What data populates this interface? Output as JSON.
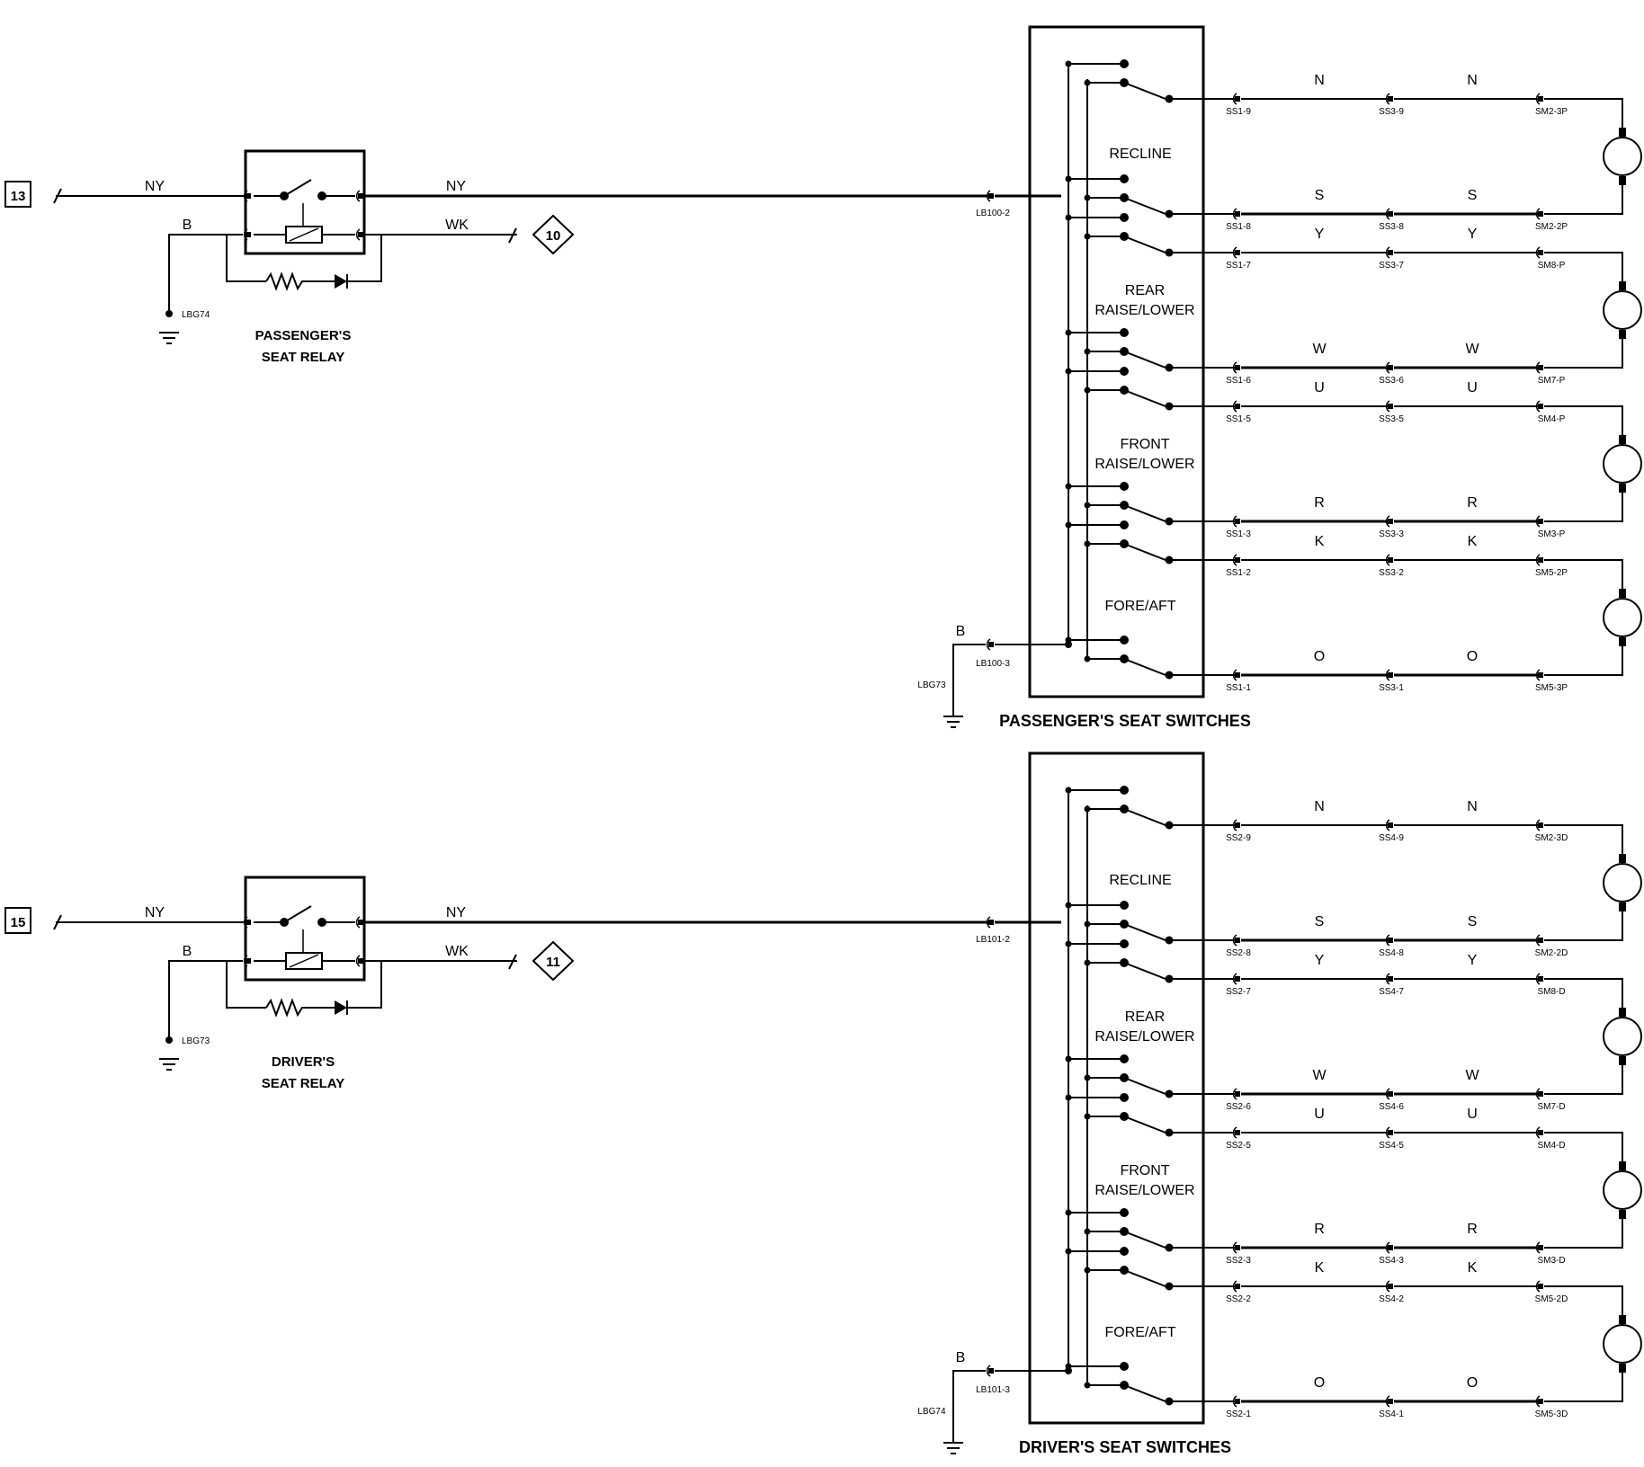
{
  "blocks": [
    {
      "ref": "13",
      "offpage": "10",
      "relay": {
        "title_l1": "PASSENGER'S",
        "title_l2": "SEAT RELAY",
        "in_wire": "NY",
        "out_wire": "NY",
        "ground_wire": "B",
        "ground_label": "LBG74",
        "wk_wire": "WK"
      },
      "feed_connector": "LB100-2",
      "ground": {
        "wire": "B",
        "connector": "LB100-3",
        "label": "LBG73"
      },
      "switches_title": "PASSENGER'S SEAT SWITCHES",
      "functions": [
        {
          "l1": "RECLINE",
          "l2": ""
        },
        {
          "l1": "REAR",
          "l2": "RAISE/LOWER"
        },
        {
          "l1": "FRONT",
          "l2": "RAISE/LOWER"
        },
        {
          "l1": "FORE/AFT",
          "l2": ""
        }
      ],
      "rows": [
        {
          "wire": "N",
          "c1": "SS1-9",
          "c2": "SS3-9",
          "c3": "SM2-3P"
        },
        {
          "wire": "S",
          "c1": "SS1-8",
          "c2": "SS3-8",
          "c3": "SM2-2P"
        },
        {
          "wire": "Y",
          "c1": "SS1-7",
          "c2": "SS3-7",
          "c3": "SM8-P"
        },
        {
          "wire": "W",
          "c1": "SS1-6",
          "c2": "SS3-6",
          "c3": "SM7-P"
        },
        {
          "wire": "U",
          "c1": "SS1-5",
          "c2": "SS3-5",
          "c3": "SM4-P"
        },
        {
          "wire": "R",
          "c1": "SS1-3",
          "c2": "SS3-3",
          "c3": "SM3-P"
        },
        {
          "wire": "K",
          "c1": "SS1-2",
          "c2": "SS3-2",
          "c3": "SM5-2P"
        },
        {
          "wire": "O",
          "c1": "SS1-1",
          "c2": "SS3-1",
          "c3": "SM5-3P"
        }
      ]
    },
    {
      "ref": "15",
      "offpage": "11",
      "relay": {
        "title_l1": "DRIVER'S",
        "title_l2": "SEAT RELAY",
        "in_wire": "NY",
        "out_wire": "NY",
        "ground_wire": "B",
        "ground_label": "LBG73",
        "wk_wire": "WK"
      },
      "feed_connector": "LB101-2",
      "ground": {
        "wire": "B",
        "connector": "LB101-3",
        "label": "LBG74"
      },
      "switches_title": "DRIVER'S SEAT SWITCHES",
      "functions": [
        {
          "l1": "RECLINE",
          "l2": ""
        },
        {
          "l1": "REAR",
          "l2": "RAISE/LOWER"
        },
        {
          "l1": "FRONT",
          "l2": "RAISE/LOWER"
        },
        {
          "l1": "FORE/AFT",
          "l2": ""
        }
      ],
      "rows": [
        {
          "wire": "N",
          "c1": "SS2-9",
          "c2": "SS4-9",
          "c3": "SM2-3D"
        },
        {
          "wire": "S",
          "c1": "SS2-8",
          "c2": "SS4-8",
          "c3": "SM2-2D"
        },
        {
          "wire": "Y",
          "c1": "SS2-7",
          "c2": "SS4-7",
          "c3": "SM8-D"
        },
        {
          "wire": "W",
          "c1": "SS2-6",
          "c2": "SS4-6",
          "c3": "SM7-D"
        },
        {
          "wire": "U",
          "c1": "SS2-5",
          "c2": "SS4-5",
          "c3": "SM4-D"
        },
        {
          "wire": "R",
          "c1": "SS2-3",
          "c2": "SS4-3",
          "c3": "SM3-D"
        },
        {
          "wire": "K",
          "c1": "SS2-2",
          "c2": "SS4-2",
          "c3": "SM5-2D"
        },
        {
          "wire": "O",
          "c1": "SS2-1",
          "c2": "SS4-1",
          "c3": "SM5-3D"
        }
      ]
    }
  ]
}
